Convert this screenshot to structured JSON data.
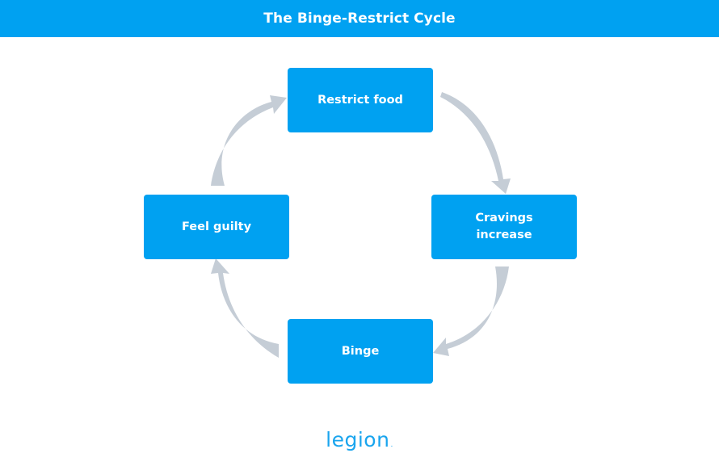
{
  "header": {
    "title": "The Binge-Restrict Cycle",
    "background": "#00a1f1"
  },
  "diagram": {
    "type": "cycle",
    "node_color": "#00a1f1",
    "arrow_color": "#c5cdd6",
    "nodes": [
      {
        "id": "restrict",
        "label": "Restrict food"
      },
      {
        "id": "cravings",
        "label": "Cravings\nincrease"
      },
      {
        "id": "binge",
        "label": "Binge"
      },
      {
        "id": "guilty",
        "label": "Feel guilty"
      }
    ],
    "edges": [
      {
        "from": "restrict",
        "to": "cravings"
      },
      {
        "from": "cravings",
        "to": "binge"
      },
      {
        "from": "binge",
        "to": "guilty"
      },
      {
        "from": "guilty",
        "to": "restrict"
      }
    ]
  },
  "brand": {
    "logo_text": "legion",
    "logo_dot": ".",
    "color": "#1aa5ee"
  }
}
